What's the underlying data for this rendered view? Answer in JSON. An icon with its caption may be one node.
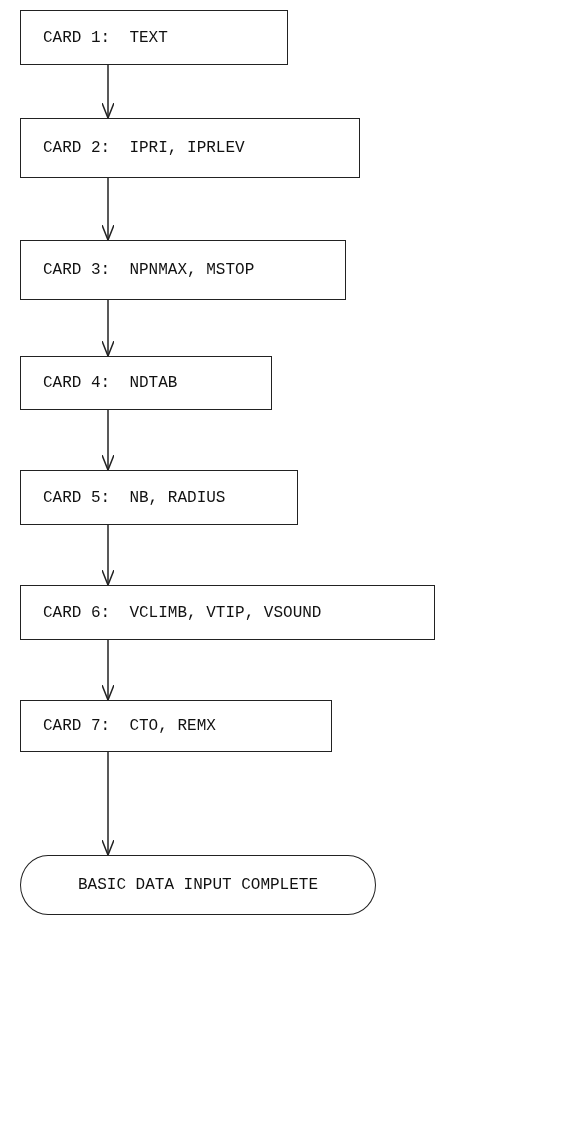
{
  "diagram": {
    "nodes": [
      {
        "text": [
          "CARD 1:  TEXT"
        ]
      },
      {
        "text": [
          "CARD 2:  IPRI, IPRLEV"
        ]
      },
      {
        "text": [
          "CARD 3:  NPNMAX, MSTOP"
        ]
      },
      {
        "text": [
          "CARD 4:  NDTAB"
        ]
      },
      {
        "text": [
          "CARD 5:  NB, RADIUS"
        ]
      },
      {
        "text": [
          "CARD 6:  VCLIMB, VTIP, VSOUND"
        ]
      },
      {
        "text": [
          "CARD 7:  CTO, REMX"
        ]
      },
      {
        "text": [
          "BASIC DATA INPUT COMPLETE"
        ]
      }
    ],
    "edges": [
      {
        "from": 0,
        "to": 1,
        "arrow": "to"
      },
      {
        "from": 1,
        "to": 2,
        "arrow": "to"
      },
      {
        "from": 2,
        "to": 3,
        "arrow": "to"
      },
      {
        "from": 3,
        "to": 4,
        "arrow": "to"
      },
      {
        "from": 4,
        "to": 5,
        "arrow": "to"
      },
      {
        "from": 5,
        "to": 6,
        "arrow": "to"
      },
      {
        "from": 6,
        "to": 7,
        "arrow": "to"
      }
    ]
  }
}
